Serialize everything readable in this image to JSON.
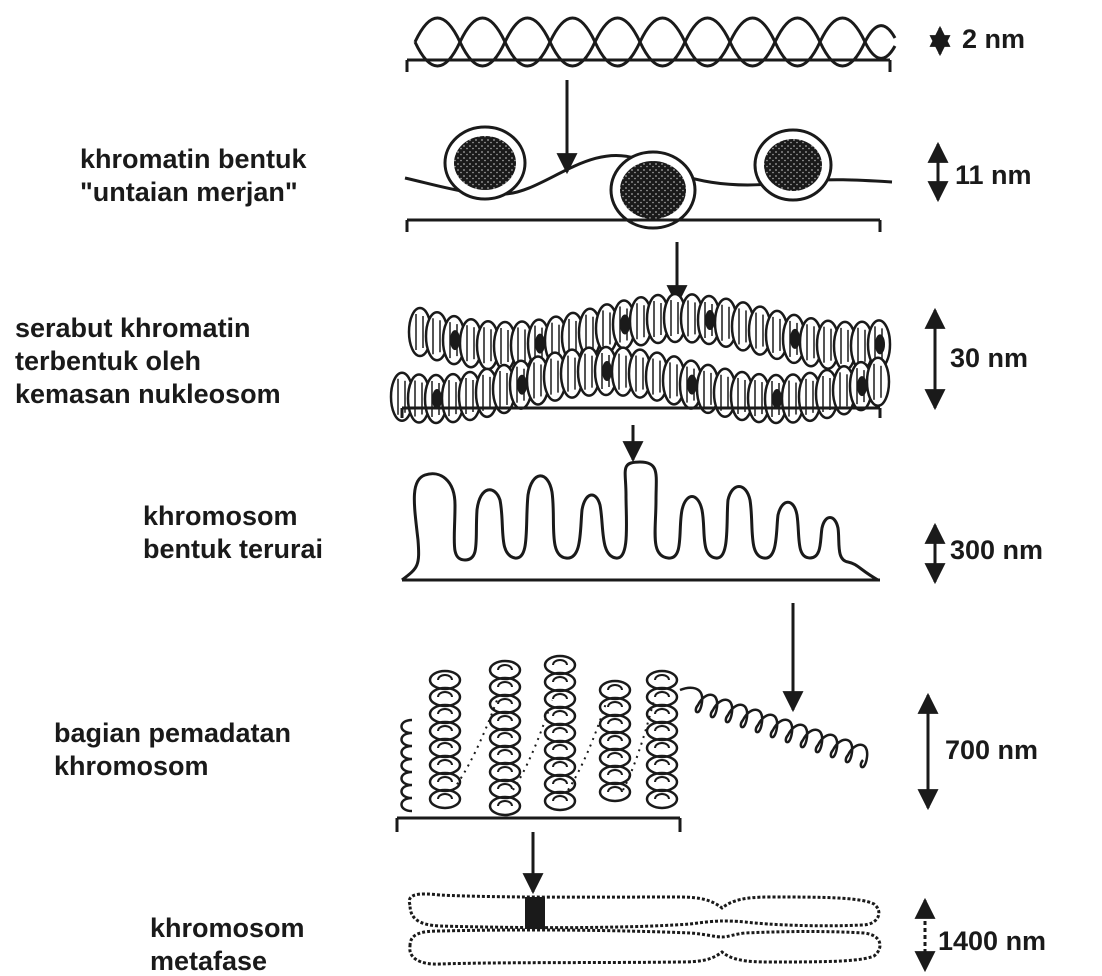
{
  "stages": [
    {
      "id": "dna",
      "label_lines": [],
      "size": "2 nm"
    },
    {
      "id": "nucleosome",
      "label_lines": [
        "khromatin bentuk",
        "\"untaian merjan\""
      ],
      "size": "11 nm"
    },
    {
      "id": "fiber",
      "label_lines": [
        "serabut khromatin",
        "terbentuk oleh",
        "kemasan nukleosom"
      ],
      "size": "30 nm"
    },
    {
      "id": "loops",
      "label_lines": [
        "khromosom",
        "bentuk terurai"
      ],
      "size": "300 nm"
    },
    {
      "id": "condensed",
      "label_lines": [
        "bagian pemadatan",
        "khromosom"
      ],
      "size": "700 nm"
    },
    {
      "id": "metaphase",
      "label_lines": [
        "khromosom",
        "metafase"
      ],
      "size": "1400 nm"
    }
  ],
  "colors": {
    "ink": "#1a1a1a",
    "background": "#ffffff"
  }
}
